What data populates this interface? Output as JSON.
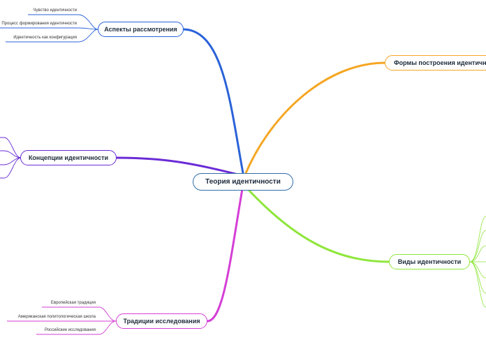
{
  "root": {
    "label": "Теория идентичности"
  },
  "branches": {
    "aspects": {
      "label": "Аспекты рассмотрения",
      "color": "#2a62d8",
      "children": [
        "Чувство идентичности",
        "Процесс формирования идентичности",
        "Идентичность как конфигурация"
      ]
    },
    "forms": {
      "label": "Формы построения идентичности",
      "color": "#f5a623"
    },
    "concepts": {
      "label": "Концепции идентичности",
      "color": "#6a2bd6"
    },
    "types": {
      "label": "Виды идентичности",
      "color": "#8ee63a"
    },
    "traditions": {
      "label": "Традиции исследования",
      "color": "#d53ed6",
      "children": [
        "Европейская традиция",
        "Американская политологическая школа",
        "Российские исследования"
      ]
    }
  }
}
